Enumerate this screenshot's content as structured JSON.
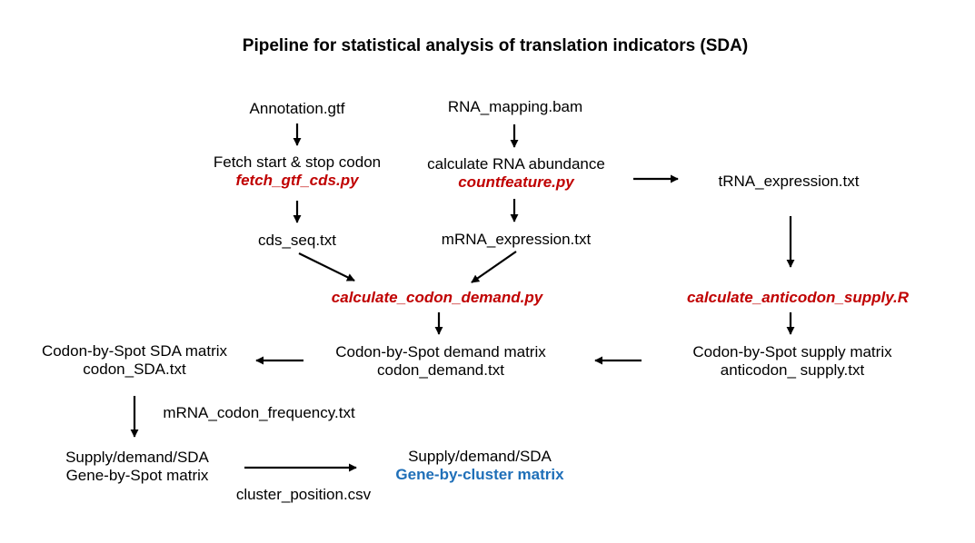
{
  "title": "Pipeline for statistical analysis of translation indicators (SDA)",
  "colors": {
    "script": "#c00000",
    "highlight": "#1f6fb8",
    "text": "#000000",
    "arrow": "#000000"
  },
  "nodes": {
    "annotation": "Annotation.gtf",
    "rna_bam": "RNA_mapping.bam",
    "fetch_label": "Fetch start & stop codon",
    "fetch_script": "fetch_gtf_cds.py",
    "rna_abund_label": "calculate RNA abundance",
    "countfeature_script": "countfeature.py",
    "trna_expr": "tRNA_expression.txt",
    "cds_seq": "cds_seq.txt",
    "mrna_expr": "mRNA_expression.txt",
    "codon_demand_script": "calculate_codon_demand.py",
    "anticodon_supply_script": "calculate_anticodon_supply.R",
    "sda_matrix_title": "Codon-by-Spot SDA matrix",
    "sda_matrix_file": "codon_SDA.txt",
    "demand_matrix_title": "Codon-by-Spot demand matrix",
    "demand_matrix_file": "codon_demand.txt",
    "supply_matrix_title": "Codon-by-Spot supply matrix",
    "supply_matrix_file": "anticodon_ supply.txt",
    "mrna_codon_freq": "mRNA_codon_frequency.txt",
    "gene_spot_line1": "Supply/demand/SDA",
    "gene_spot_line2": "Gene-by-Spot matrix",
    "gene_cluster_line1": "Supply/demand/SDA",
    "gene_cluster_line2": "Gene-by-cluster matrix",
    "cluster_position": "cluster_position.csv"
  }
}
